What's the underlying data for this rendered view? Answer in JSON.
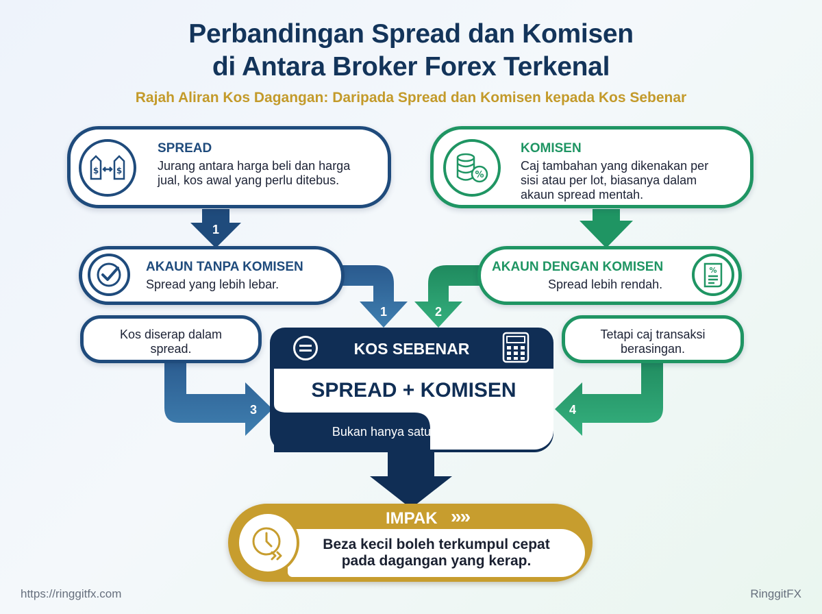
{
  "title_line1": "Perbandingan Spread dan Komisen",
  "title_line2": "di Antara Broker Forex Terkenal",
  "subtitle": "Rajah Aliran Kos Dagangan: Daripada Spread dan Komisen kepada Kos Sebenar",
  "spread": {
    "label": "SPREAD",
    "text_line1": "Jurang antara harga beli dan harga",
    "text_line2": "jual, kos awal yang perlu ditebus.",
    "icon": "price-tags-icon"
  },
  "komisen": {
    "label": "KOMISEN",
    "text_line1": "Caj tambahan yang dikenakan per",
    "text_line2": "sisi atau per lot, biasanya dalam",
    "text_line3": "akaun spread mentah.",
    "icon": "coins-percent-icon"
  },
  "tanpa": {
    "label": "AKAUN TANPA KOMISEN",
    "text": "Spread yang lebih lebar.",
    "icon": "checkmark-icon"
  },
  "dengan": {
    "label": "AKAUN DENGAN KOMISEN",
    "text": "Spread lebih rendah.",
    "icon": "document-percent-icon"
  },
  "note_left_line1": "Kos diserap dalam",
  "note_left_line2": "spread.",
  "note_right_line1": "Tetapi caj transaksi",
  "note_right_line2": "berasingan.",
  "kos": {
    "label": "KOS SEBENAR",
    "formula": "SPREAD + KOMISEN",
    "note": "Bukan hanya satu komponen.",
    "icon_left": "equals-icon",
    "icon_right": "calculator-icon"
  },
  "impak": {
    "label": "IMPAK",
    "chevrons": "»»",
    "text_line1": "Beza kecil boleh terkumpul cepat",
    "text_line2": "pada dagangan yang kerap.",
    "icon": "clock-fast-icon"
  },
  "steps": [
    "1",
    "1",
    "2",
    "3",
    "4"
  ],
  "footer_left": "https://ringgitfx.com",
  "footer_right": "RinggitFX",
  "colors": {
    "navy": "#102e55",
    "blue": "#1f4b7c",
    "green": "#1f9563",
    "gold": "#c79d2e"
  }
}
